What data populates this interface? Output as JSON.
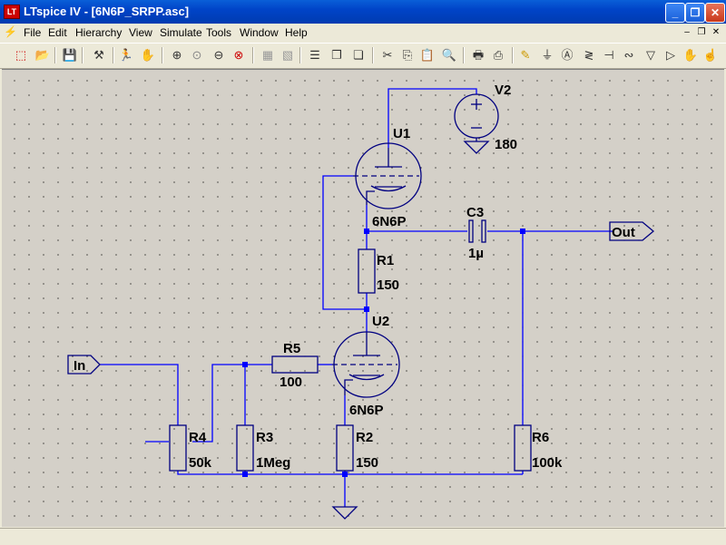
{
  "window": {
    "title": "LTspice IV - [6N6P_SRPP.asc]"
  },
  "menu": {
    "items": [
      "File",
      "Edit",
      "Hierarchy",
      "View",
      "Simulate",
      "Tools",
      "Window",
      "Help"
    ]
  },
  "schematic": {
    "components": {
      "v2": {
        "name": "V2",
        "value": "180"
      },
      "u1": {
        "name": "U1",
        "value": "6N6P"
      },
      "u2": {
        "name": "U2",
        "value": "6N6P"
      },
      "c3": {
        "name": "C3",
        "value": "1µ"
      },
      "r1": {
        "name": "R1",
        "value": "150"
      },
      "r2": {
        "name": "R2",
        "value": "150"
      },
      "r3": {
        "name": "R3",
        "value": "1Meg"
      },
      "r4": {
        "name": "R4",
        "value": "50k"
      },
      "r5": {
        "name": "R5",
        "value": "100"
      },
      "r6": {
        "name": "R6",
        "value": "100k"
      }
    },
    "ports": {
      "in": "In",
      "out": "Out"
    }
  },
  "colors": {
    "wire": "#0000ff",
    "component": "#000080",
    "canvas": "#d4d0c8"
  }
}
